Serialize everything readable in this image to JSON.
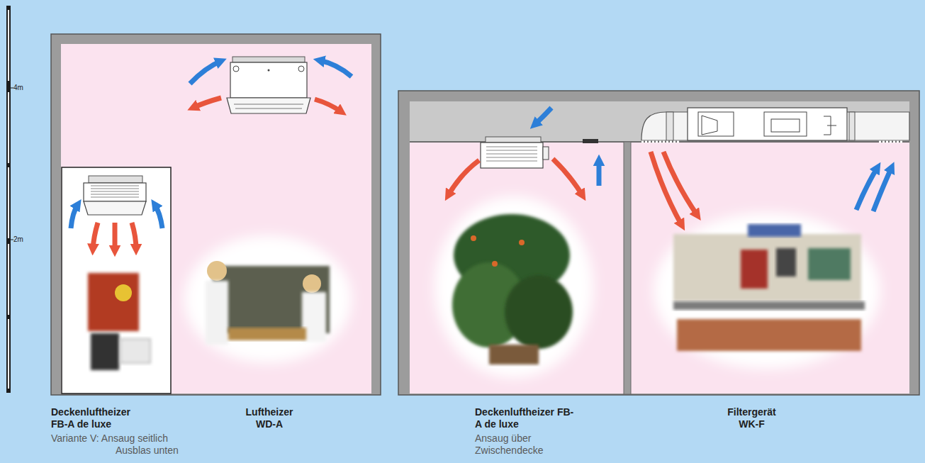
{
  "diagram": {
    "labels": [
      "4m",
      "2m",
      "Deckenluftheizer FB-A de luxe",
      "Variante V: Ansaug seitlich Ausblas unten",
      "Luftheizer WD-A",
      "Deckenluftheizer FB-A de luxe",
      "Ansaug über Zwischendecke",
      "Filtergerät WK-F"
    ]
  }
}
